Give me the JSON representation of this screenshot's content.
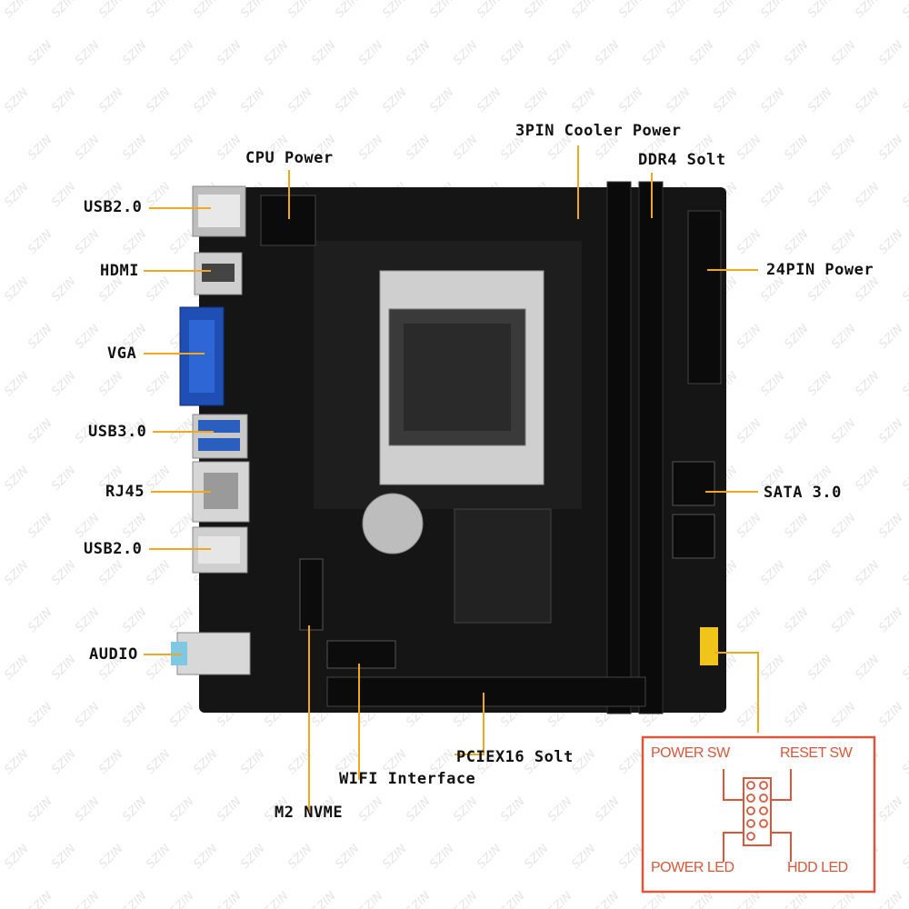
{
  "labels": {
    "usb20_top": "USB2.0",
    "hdmi": "HDMI",
    "vga": "VGA",
    "usb30": "USB3.0",
    "rj45": "RJ45",
    "usb20_bottom": "USB2.0",
    "audio": "AUDIO",
    "cpu_power": "CPU Power",
    "cooler_power": "3PIN Cooler Power",
    "ddr4_slot": "DDR4 Solt",
    "atx_power": "24PIN Power",
    "sata": "SATA 3.0",
    "pcie": "PCIEX16 Solt",
    "wifi": "WIFI Interface",
    "m2": "M2 NVME"
  },
  "legend": {
    "power_sw": "POWER SW",
    "reset_sw": "RESET SW",
    "power_led": "POWER LED",
    "hdd_led": "HDD LED"
  },
  "watermark": "SZIN",
  "colors": {
    "leader": "#f0a81c",
    "legend_border": "#d9573a",
    "board": "#151515",
    "vga_port": "#1f4fb4",
    "audio_port": "#7ec8e3"
  }
}
